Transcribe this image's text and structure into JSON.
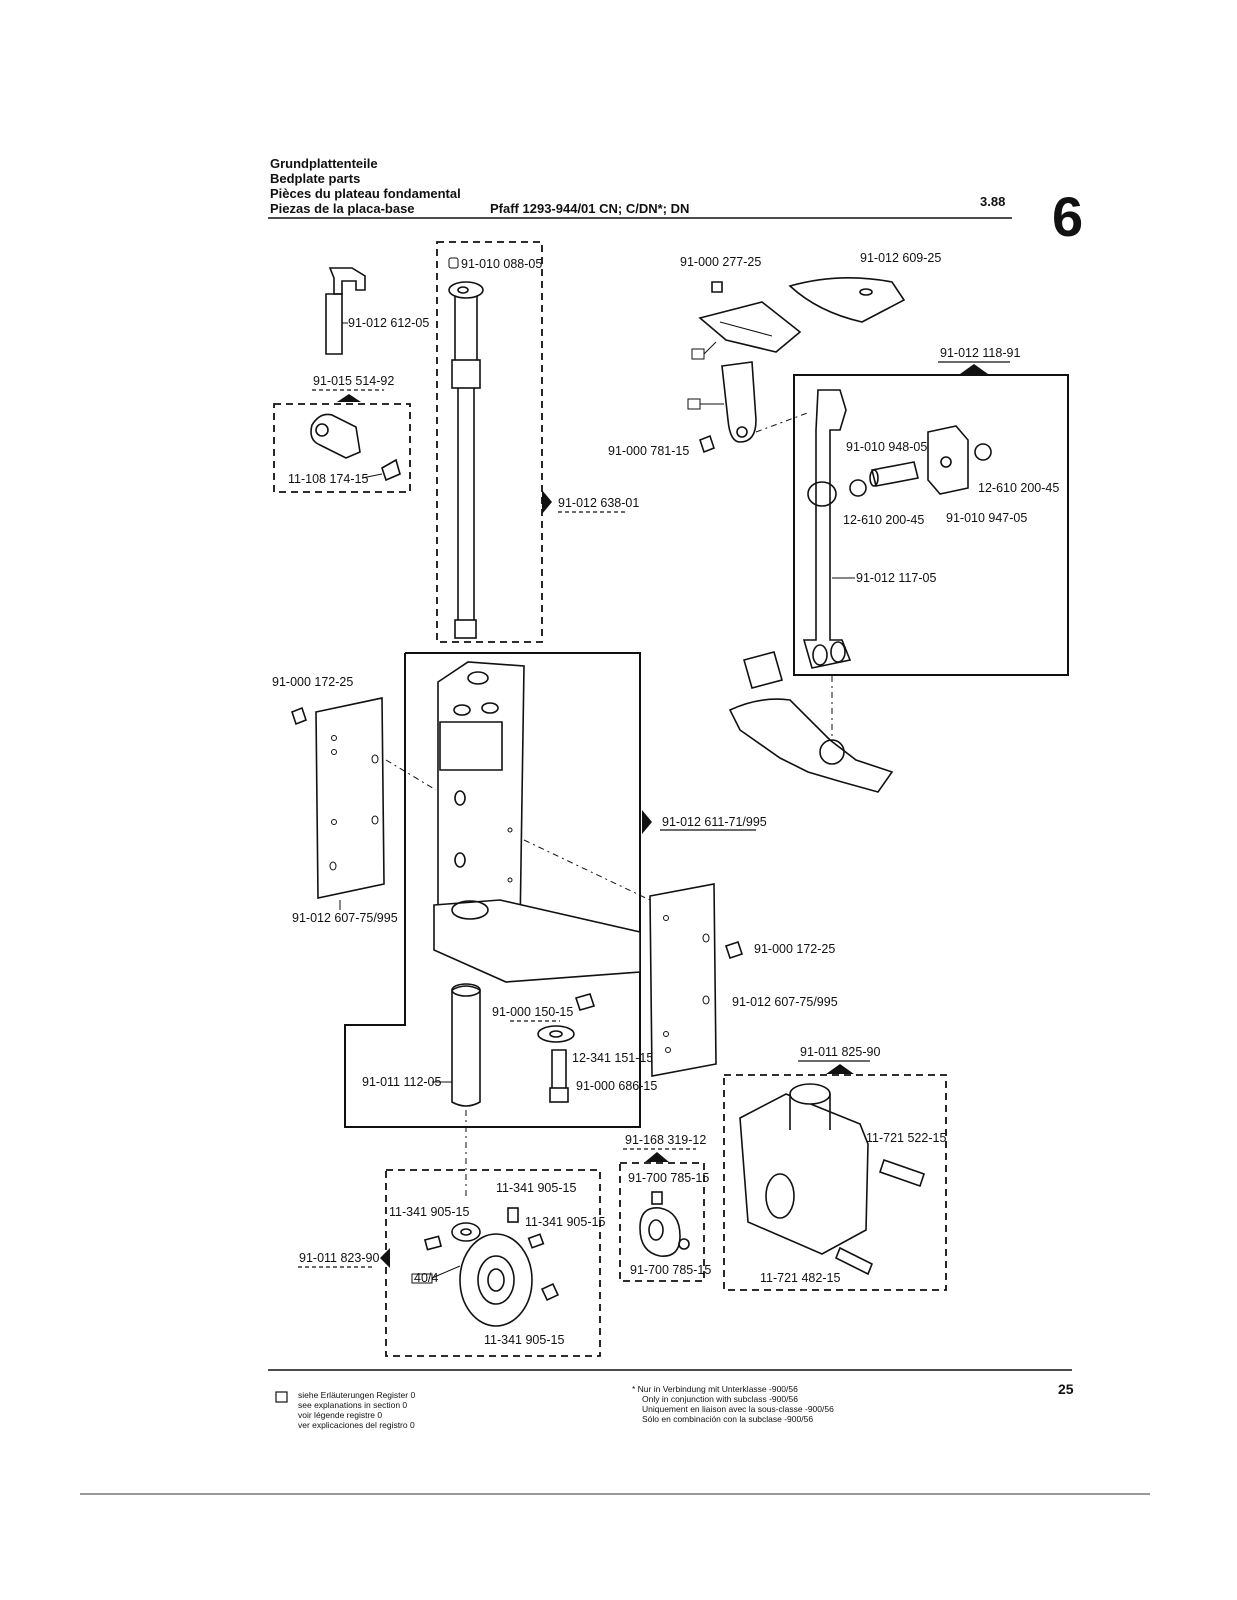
{
  "header": {
    "title_de": "Grundplattenteile",
    "title_en": "Bedplate parts",
    "title_fr": "Pièces du plateau fondamental",
    "title_es": "Piezas de la placa-base",
    "model": "Pfaff 1293-944/01 CN; C/DN*; DN",
    "date": "3.88",
    "section_number": "6"
  },
  "parts": {
    "p01": "91-012 612-05",
    "p02": "91-015 514-92",
    "p03": "11-108 174-15",
    "p04": "91-010 088-05",
    "p05": "91-012 638-01",
    "p06": "91-000 277-25",
    "p07": "91-012 609-25",
    "p08": "91-012 118-91",
    "p09": "91-000 781-15",
    "p10": "91-010 948-05",
    "p11": "12-610 200-45",
    "p12": "12-610 200-45",
    "p13": "91-010 947-05",
    "p14": "91-012 117-05",
    "p15": "91-000 172-25",
    "p16": "91-012 611-71/995",
    "p17": "91-012 607-75/995",
    "p18": "91-000 172-25",
    "p19": "91-012 607-75/995",
    "p20": "91-000 150-15",
    "p21": "12-341 151-15",
    "p22": "91-000 686-15",
    "p23": "91-011 112-05",
    "p24": "91-011 825-90",
    "p25": "11-721 522-15",
    "p26": "11-721 482-15",
    "p27": "91-168 319-12",
    "p28": "91-700 785-15",
    "p29": "91-700 785-15",
    "p30": "11-341 905-15",
    "p31": "11-341 905-15",
    "p32": "11-341 905-15",
    "p33": "11-341 905-15",
    "p34": "91-011 823-90",
    "p35": "40/4"
  },
  "footer": {
    "legend": [
      "siehe Erläuterungen Register 0",
      "see explanations in section 0",
      "voir légende registre 0",
      "ver explicaciones del registro 0"
    ],
    "note": [
      "* Nur in Verbindung mit Unterklasse -900/56",
      "Only in conjunction with subclass -900/56",
      "Uniquement en liaison avec la sous-classe -900/56",
      "Sólo en combinación con la subclase -900/56"
    ],
    "page_number": "25"
  }
}
